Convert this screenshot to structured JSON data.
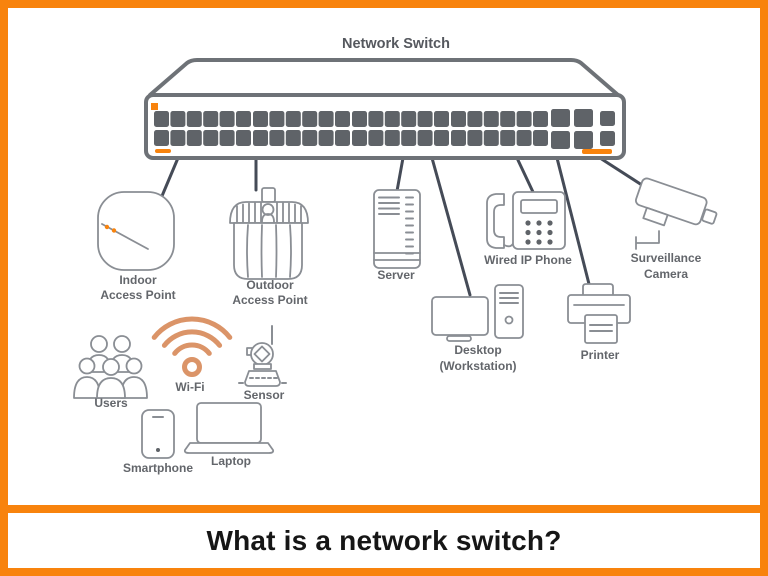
{
  "colors": {
    "accent_orange": "#F8830D",
    "wifi_orange": "#DB9468",
    "cable": "#454B57",
    "device_outline": "#8A8E94",
    "port_fill": "#5F6368",
    "label_text": "#63666B",
    "switch_outline": "#6E7277",
    "footer_text": "#161616"
  },
  "diagram": {
    "switch_label": "Network Switch",
    "switch_ports": {
      "groups": 4,
      "ports_per_group": 6,
      "rows": 2,
      "uplink_cols": 2,
      "mgmt_cols": 1
    },
    "labels": {
      "indoor_ap_1": "Indoor",
      "indoor_ap_2": "Access Point",
      "outdoor_ap_1": "Outdoor",
      "outdoor_ap_2": "Access Point",
      "server": "Server",
      "ip_phone": "Wired IP Phone",
      "camera_1": "Surveillance",
      "camera_2": "Camera",
      "desktop_1": "Desktop",
      "desktop_2": "(Workstation)",
      "printer": "Printer",
      "users": "Users",
      "wifi": "Wi-Fi",
      "sensor": "Sensor",
      "smartphone": "Smartphone",
      "laptop": "Laptop"
    }
  },
  "footer": {
    "title": "What is a network switch?"
  }
}
